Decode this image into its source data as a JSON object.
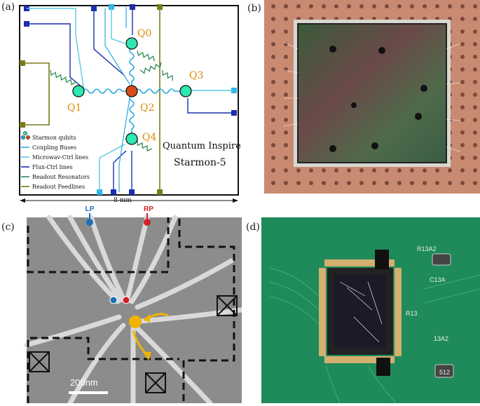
{
  "panels": {
    "a": {
      "label": "(a)",
      "qubits": [
        "Q0",
        "Q1",
        "Q2",
        "Q3",
        "Q4"
      ],
      "title1": "Quantum Inspire",
      "title2": "Starmon-5",
      "scale": "8 mm",
      "legend": [
        {
          "text": "Starmon qubits",
          "kind": "qubit"
        },
        {
          "text": "Coupling Buses",
          "kind": "line",
          "color": "#29a8e0"
        },
        {
          "text": "Microwav-Ctrl lines",
          "kind": "line",
          "color": "#5bc8e8"
        },
        {
          "text": "Flux-Ctrl lines",
          "kind": "line",
          "color": "#1a2fb0"
        },
        {
          "text": "Readout Resonators",
          "kind": "line",
          "color": "#2e8b57"
        },
        {
          "text": "Readout Feedlines",
          "kind": "line",
          "color": "#7a7a1a"
        }
      ],
      "colors": {
        "qubit": "#2ee8b0",
        "center_qubit": "#d94c1a",
        "label": "#e08a00"
      }
    },
    "b": {
      "label": "(b)"
    },
    "c": {
      "label": "(c)",
      "lp": "LP",
      "rp": "RP",
      "scalebar": "200nm",
      "colors": {
        "lp": "#1e6fb8",
        "rp": "#d0202a",
        "dot": "#f0b400"
      }
    },
    "d": {
      "label": "(d)",
      "components": [
        "R13A2",
        "R13",
        "C13A",
        "13A2",
        "512"
      ]
    }
  }
}
